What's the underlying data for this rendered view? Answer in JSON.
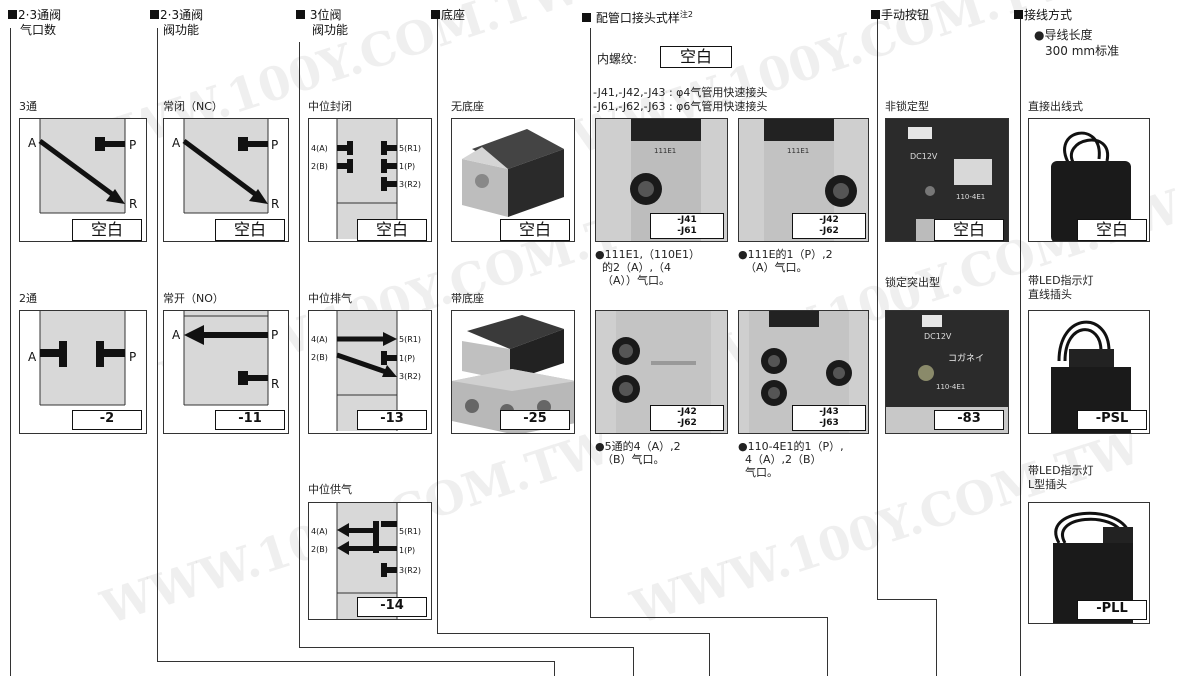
{
  "watermark": "WWW.100Y.COM.TW",
  "sections": {
    "ports": {
      "title": "2·3通阀",
      "sub": "气口数",
      "opt1": "3通",
      "opt1_code": "空白",
      "opt2": "2通",
      "opt2_code": "-2"
    },
    "func": {
      "title": "2·3通阀",
      "sub": "阀功能",
      "opt1": "常闭（NC）",
      "opt1_code": "空白",
      "opt2": "常开（NO）",
      "opt2_code": "-11"
    },
    "three": {
      "title": "3位阀",
      "sub": "阀功能",
      "opt1": "中位封闭",
      "opt1_code": "空白",
      "opt2": "中位排气",
      "opt2_code": "-13",
      "opt3": "中位供气",
      "opt3_code": "-14"
    },
    "base": {
      "title": "底座",
      "opt1": "无底座",
      "opt1_code": "空白",
      "opt2": "带底座",
      "opt2_code": "-25"
    },
    "piping": {
      "title": "配管口接头式样",
      "sup": "注2",
      "inner_label": "内螺纹:",
      "inner_code": "空白",
      "line1": "-J41,-J42,-J43 : φ4气管用快速接头",
      "line2": "-J61,-J62,-J63 : φ6气管用快速接头",
      "c1": "-J41\n-J61",
      "c2": "-J42\n-J62",
      "c3": "-J42\n-J62",
      "c4": "-J43\n-J63",
      "n1": "●111E1,（110E1）\n  的2（A）,（4\n  （A））气口。",
      "n2": "●111E的1（P）,2\n  （A）气口。",
      "n3": "●5通的4（A）,2\n  （B）气口。",
      "n4": "●110-4E1的1（P）,\n  4（A）,2（B）\n  气口。"
    },
    "manual": {
      "title": "手动按钮",
      "opt1": "非锁定型",
      "opt1_code": "空白",
      "opt2": "锁定突出型",
      "opt2_code": "-83"
    },
    "wiring": {
      "title": "接线方式",
      "sub1": "●导线长度",
      "sub2": "300 mm标准",
      "opt1": "直接出线式",
      "opt1_code": "空白",
      "opt2a": "带LED指示灯",
      "opt2b": "直线插头",
      "opt2_code": "-PSL",
      "opt3a": "带LED指示灯",
      "opt3b": "L型插头",
      "opt3_code": "-PLL"
    }
  },
  "symbols": {
    "A": "A",
    "P": "P",
    "R": "R",
    "p4a": "4(A)",
    "p2b": "2(B)",
    "p5": "5(R1)",
    "p1": "1(P)",
    "p3": "3(R2)"
  },
  "photo_text": {
    "dc": "DC12V",
    "model1": "110-4E1",
    "model2": "111E1",
    "brand": "コガネイ"
  }
}
